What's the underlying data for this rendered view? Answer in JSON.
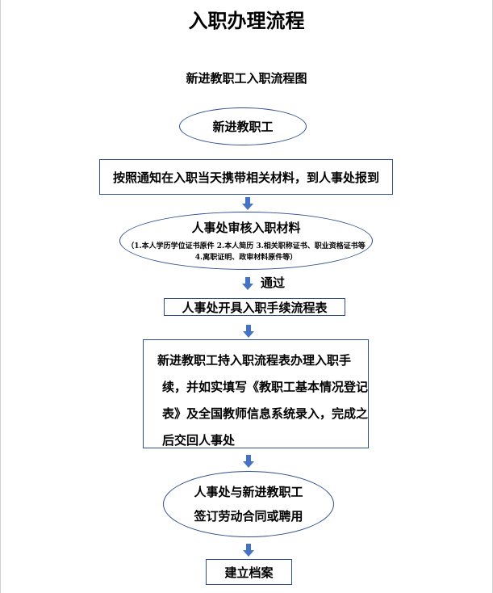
{
  "title": "入职办理流程",
  "subtitle": "新进教职工入职流程图",
  "steps": {
    "start": "新进教职工",
    "report": "按照通知在入职当天携带相关材料，到人事处报到",
    "review_title": "人事处审核入职材料",
    "review_note_1": "（1.本人学历学位证书原件 2.本人简历 3.相关职称证书、职业资格证书等",
    "review_note_2": "4.离职证明、政审材料原件等）",
    "pass_label": "通过",
    "issue_form": "人事处开具入职手续流程表",
    "process_lines": [
      "新进教职工持入职流程表办理入职手",
      "续，并如实填写《教职工基本情况登记",
      "表》及全国教师信息系统录入，完成之",
      "后交回人事处"
    ],
    "contract_1": "人事处与新进教职工",
    "contract_2": "签订劳动合同或聘用",
    "archive": "建立档案"
  },
  "colors": {
    "border": "#2f4f8f",
    "arrow": "#4472c4"
  }
}
